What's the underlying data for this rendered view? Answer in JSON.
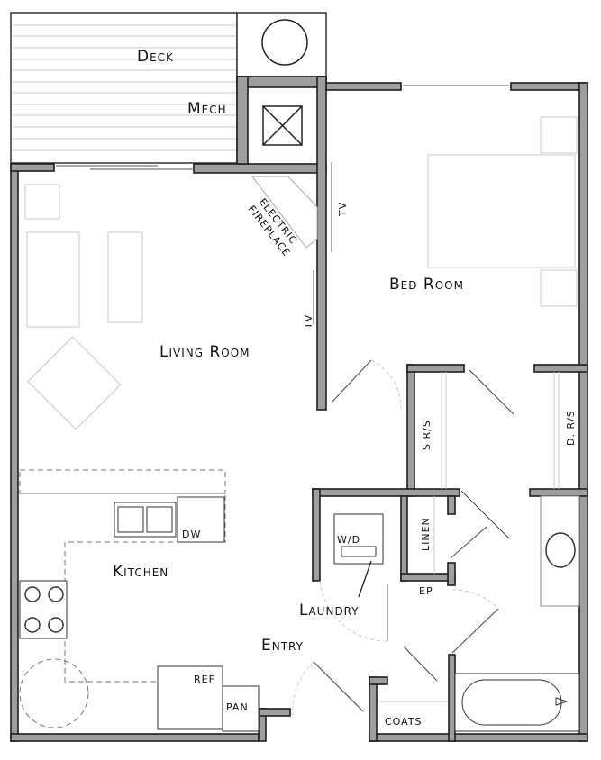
{
  "plan": {
    "rooms": {
      "deck": "Deck",
      "mech": "Mech",
      "bedroom": "Bed Room",
      "living_room": "Living Room",
      "kitchen": "Kitchen",
      "laundry": "Laundry",
      "entry": "Entry"
    },
    "fixtures": {
      "fireplace_line1": "ELECTRIC",
      "fireplace_line2": "FIREPLACE",
      "tv_bedroom": "TV",
      "tv_living": "TV",
      "s_rs": "S R/S",
      "d_rs": "D. R/S",
      "linen": "LINEN",
      "wd": "W/D",
      "dw": "DW",
      "ep": "EP",
      "ref": "REF",
      "pan": "PAN",
      "coats": "COATS"
    },
    "colors": {
      "wall": "#9e9e9e",
      "outline": "#1e1e1e"
    }
  }
}
